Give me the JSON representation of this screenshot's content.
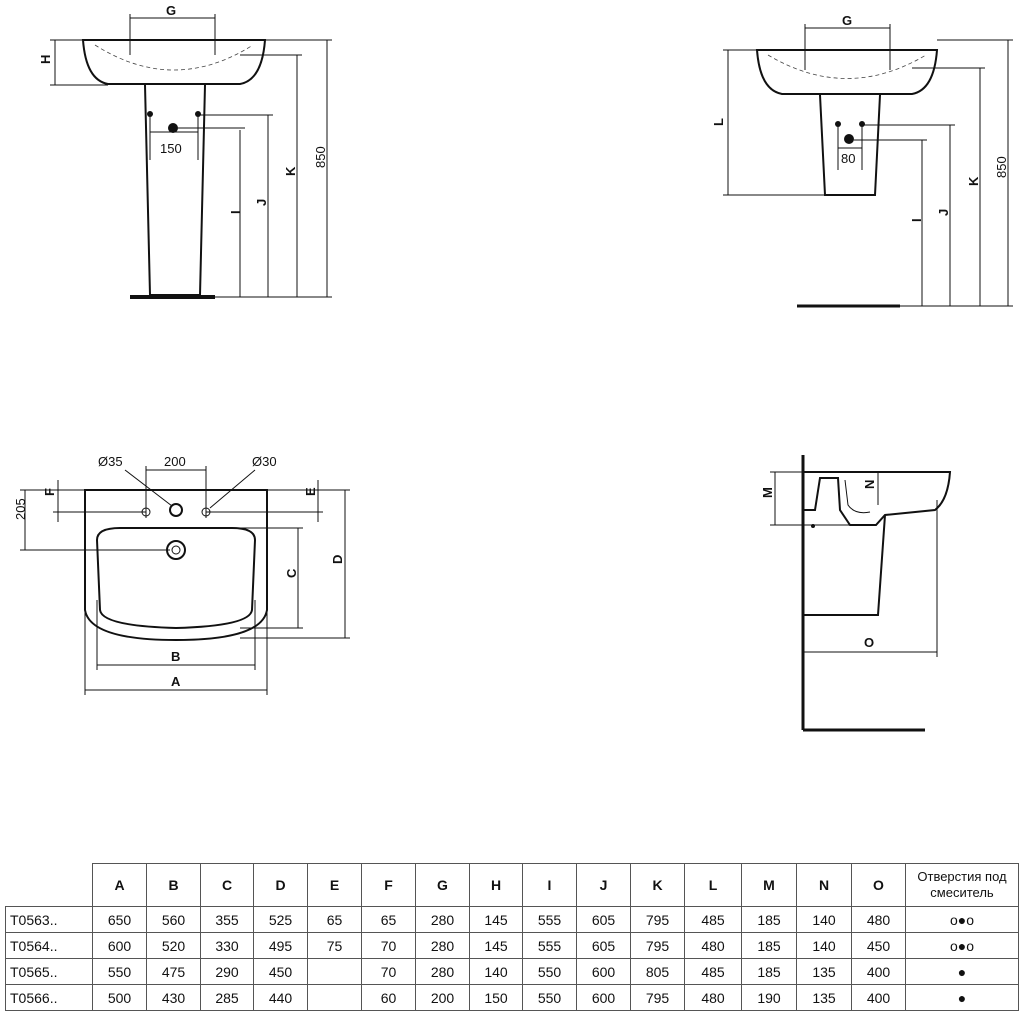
{
  "drawing_pedestal": {
    "g": "G",
    "h": "H",
    "spacing": "150",
    "i": "I",
    "j": "J",
    "k": "K",
    "height": "850"
  },
  "drawing_semi_pedestal": {
    "g": "G",
    "l": "L",
    "spacing": "80",
    "i": "I",
    "j": "J",
    "k": "K",
    "height": "850"
  },
  "drawing_top_view": {
    "d35": "Ø35",
    "spacing": "200",
    "d30": "Ø30",
    "depth": "205",
    "f": "F",
    "e": "E",
    "c": "C",
    "d": "D",
    "b": "B",
    "a": "A"
  },
  "drawing_side_view": {
    "m": "M",
    "n": "N",
    "o": "O"
  },
  "table": {
    "headers": [
      "",
      "A",
      "B",
      "C",
      "D",
      "E",
      "F",
      "G",
      "H",
      "I",
      "J",
      "K",
      "L",
      "M",
      "N",
      "O",
      "Отверстия под смеситель"
    ],
    "rows": [
      [
        "T0563..",
        "650",
        "560",
        "355",
        "525",
        "65",
        "65",
        "280",
        "145",
        "555",
        "605",
        "795",
        "485",
        "185",
        "140",
        "480",
        "o●o"
      ],
      [
        "T0564..",
        "600",
        "520",
        "330",
        "495",
        "75",
        "70",
        "280",
        "145",
        "555",
        "605",
        "795",
        "480",
        "185",
        "140",
        "450",
        "o●o"
      ],
      [
        "T0565..",
        "550",
        "475",
        "290",
        "450",
        "",
        "70",
        "280",
        "140",
        "550",
        "600",
        "805",
        "485",
        "185",
        "135",
        "400",
        "●"
      ],
      [
        "T0566..",
        "500",
        "430",
        "285",
        "440",
        "",
        "60",
        "200",
        "150",
        "550",
        "600",
        "795",
        "480",
        "190",
        "135",
        "400",
        "●"
      ]
    ]
  }
}
